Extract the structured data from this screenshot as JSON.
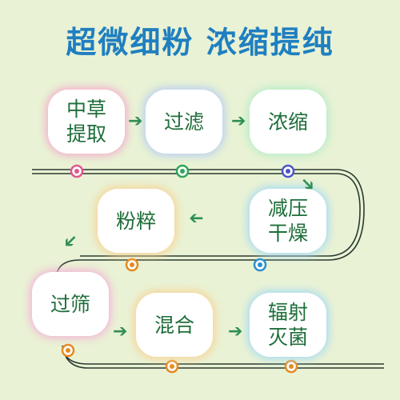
{
  "title": "超微细粉 浓缩提纯",
  "steps": [
    {
      "id": "s1",
      "label": "中草\n提取",
      "glow": "#f3b1cf"
    },
    {
      "id": "s2",
      "label": "过滤",
      "glow": "#b9cff2"
    },
    {
      "id": "s3",
      "label": "浓缩",
      "glow": "#b9ecc9"
    },
    {
      "id": "s4",
      "label": "减压\n干燥",
      "glow": "#a9dcf3"
    },
    {
      "id": "s5",
      "label": "粉粹",
      "glow": "#f7d59a"
    },
    {
      "id": "s6",
      "label": "过筛",
      "glow": "#f4b7d8"
    },
    {
      "id": "s7",
      "label": "混合",
      "glow": "#f7d59a"
    },
    {
      "id": "s8",
      "label": "辐射\n灭菌",
      "glow": "#a9dcf3"
    }
  ],
  "track_dots": [
    {
      "color": "#e0578d"
    },
    {
      "color": "#2fa55a"
    },
    {
      "color": "#4b55c8"
    },
    {
      "color": "#e58a1f"
    },
    {
      "color": "#2b8fd0"
    },
    {
      "color": "#e58a1f"
    },
    {
      "color": "#e58a1f"
    },
    {
      "color": "#e58a1f"
    }
  ],
  "arrow_color": "#2f8f55",
  "title_color": "#1f7fc0",
  "text_color": "#1f6e3a"
}
